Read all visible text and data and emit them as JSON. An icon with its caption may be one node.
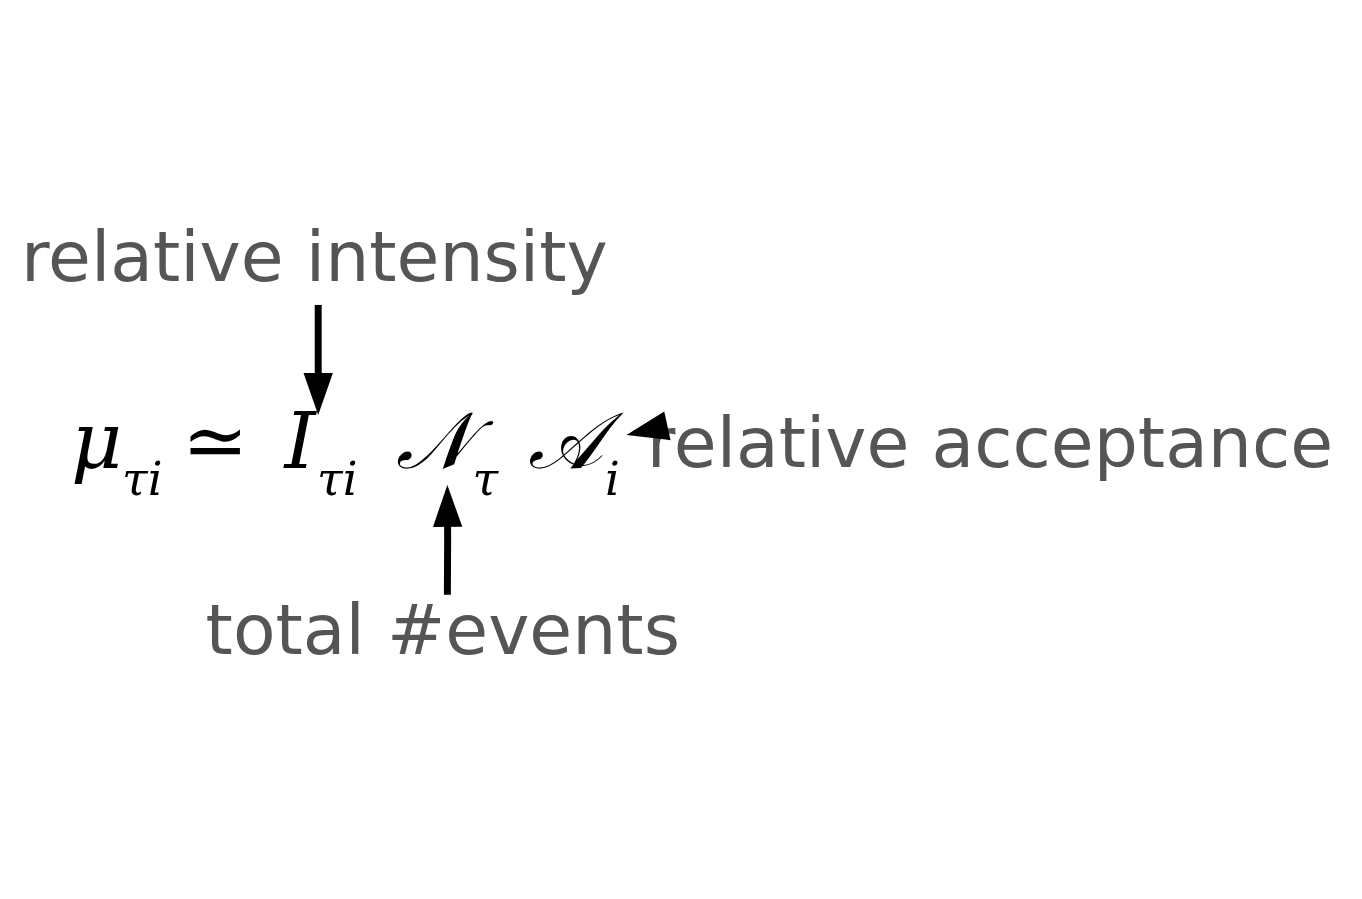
{
  "diagram": {
    "nodes": [
      {
        "text": [
          "relative intensity"
        ]
      },
      {
        "text": [
          "I$_{τi}$"
        ]
      },
      {
        "text": [
          "𝒩$_{τ}$"
        ]
      },
      {
        "text": [
          "𝒜$_{i}$"
        ]
      },
      {
        "text": [
          "relative acceptance"
        ]
      },
      {
        "text": [
          "total #events"
        ]
      }
    ],
    "edges": [
      {
        "from": 0,
        "to": 1,
        "arrow": "to"
      },
      {
        "from": 4,
        "to": 3,
        "arrow": "to"
      },
      {
        "from": 5,
        "to": 2,
        "arrow": "to"
      }
    ],
    "labels": [
      "μ$_{τi}$ ≃"
    ]
  }
}
